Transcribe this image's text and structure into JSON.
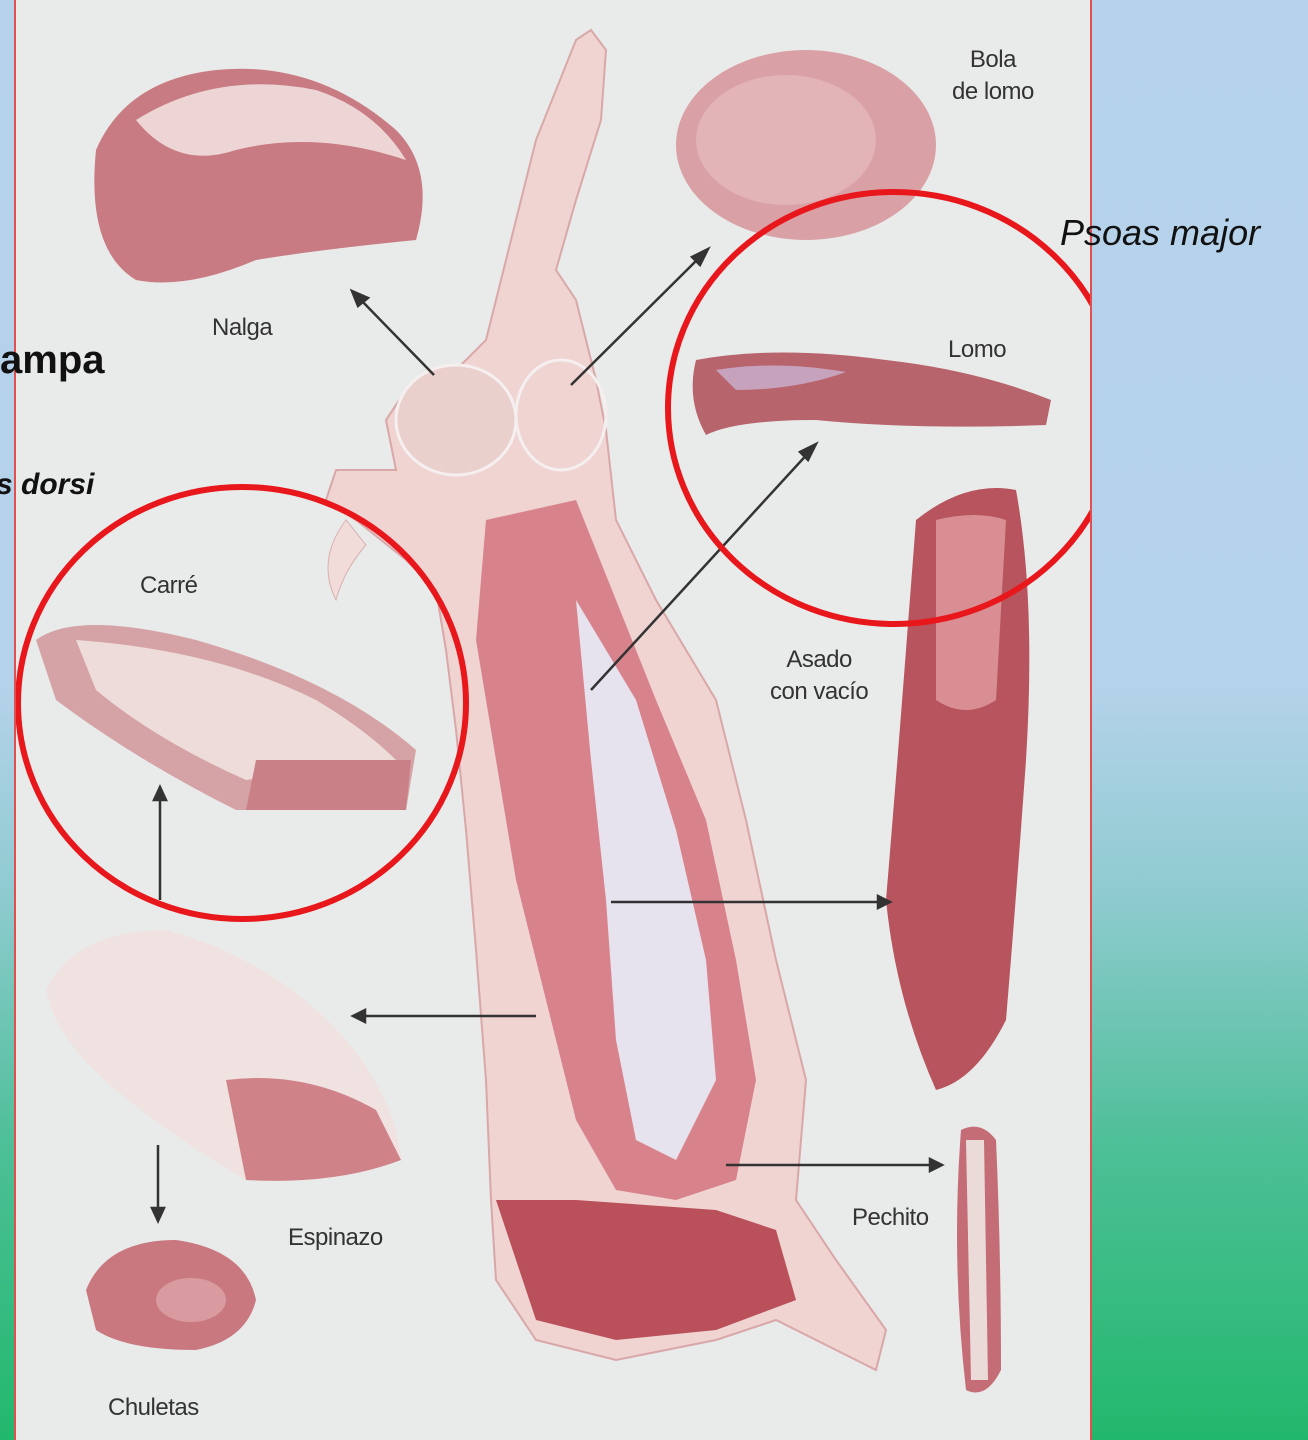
{
  "overlay_texts": {
    "campa_fragment": "ampa",
    "dorsi_fragment": "s dorsi",
    "psoas": "Psoas major"
  },
  "cut_labels": {
    "nalga": "Nalga",
    "bola_line1": "Bola",
    "bola_line2": "de lomo",
    "lomo": "Lomo",
    "carre": "Carré",
    "asado_line1": "Asado",
    "asado_line2": "con vacío",
    "espinazo": "Espinazo",
    "chuletas": "Chuletas",
    "pechito": "Pechito"
  },
  "colors": {
    "highlight_circle": "#e8171c",
    "meat_lean": "#c8707a",
    "meat_fat": "#efd9d8",
    "background_panel": "#e9ebea"
  }
}
